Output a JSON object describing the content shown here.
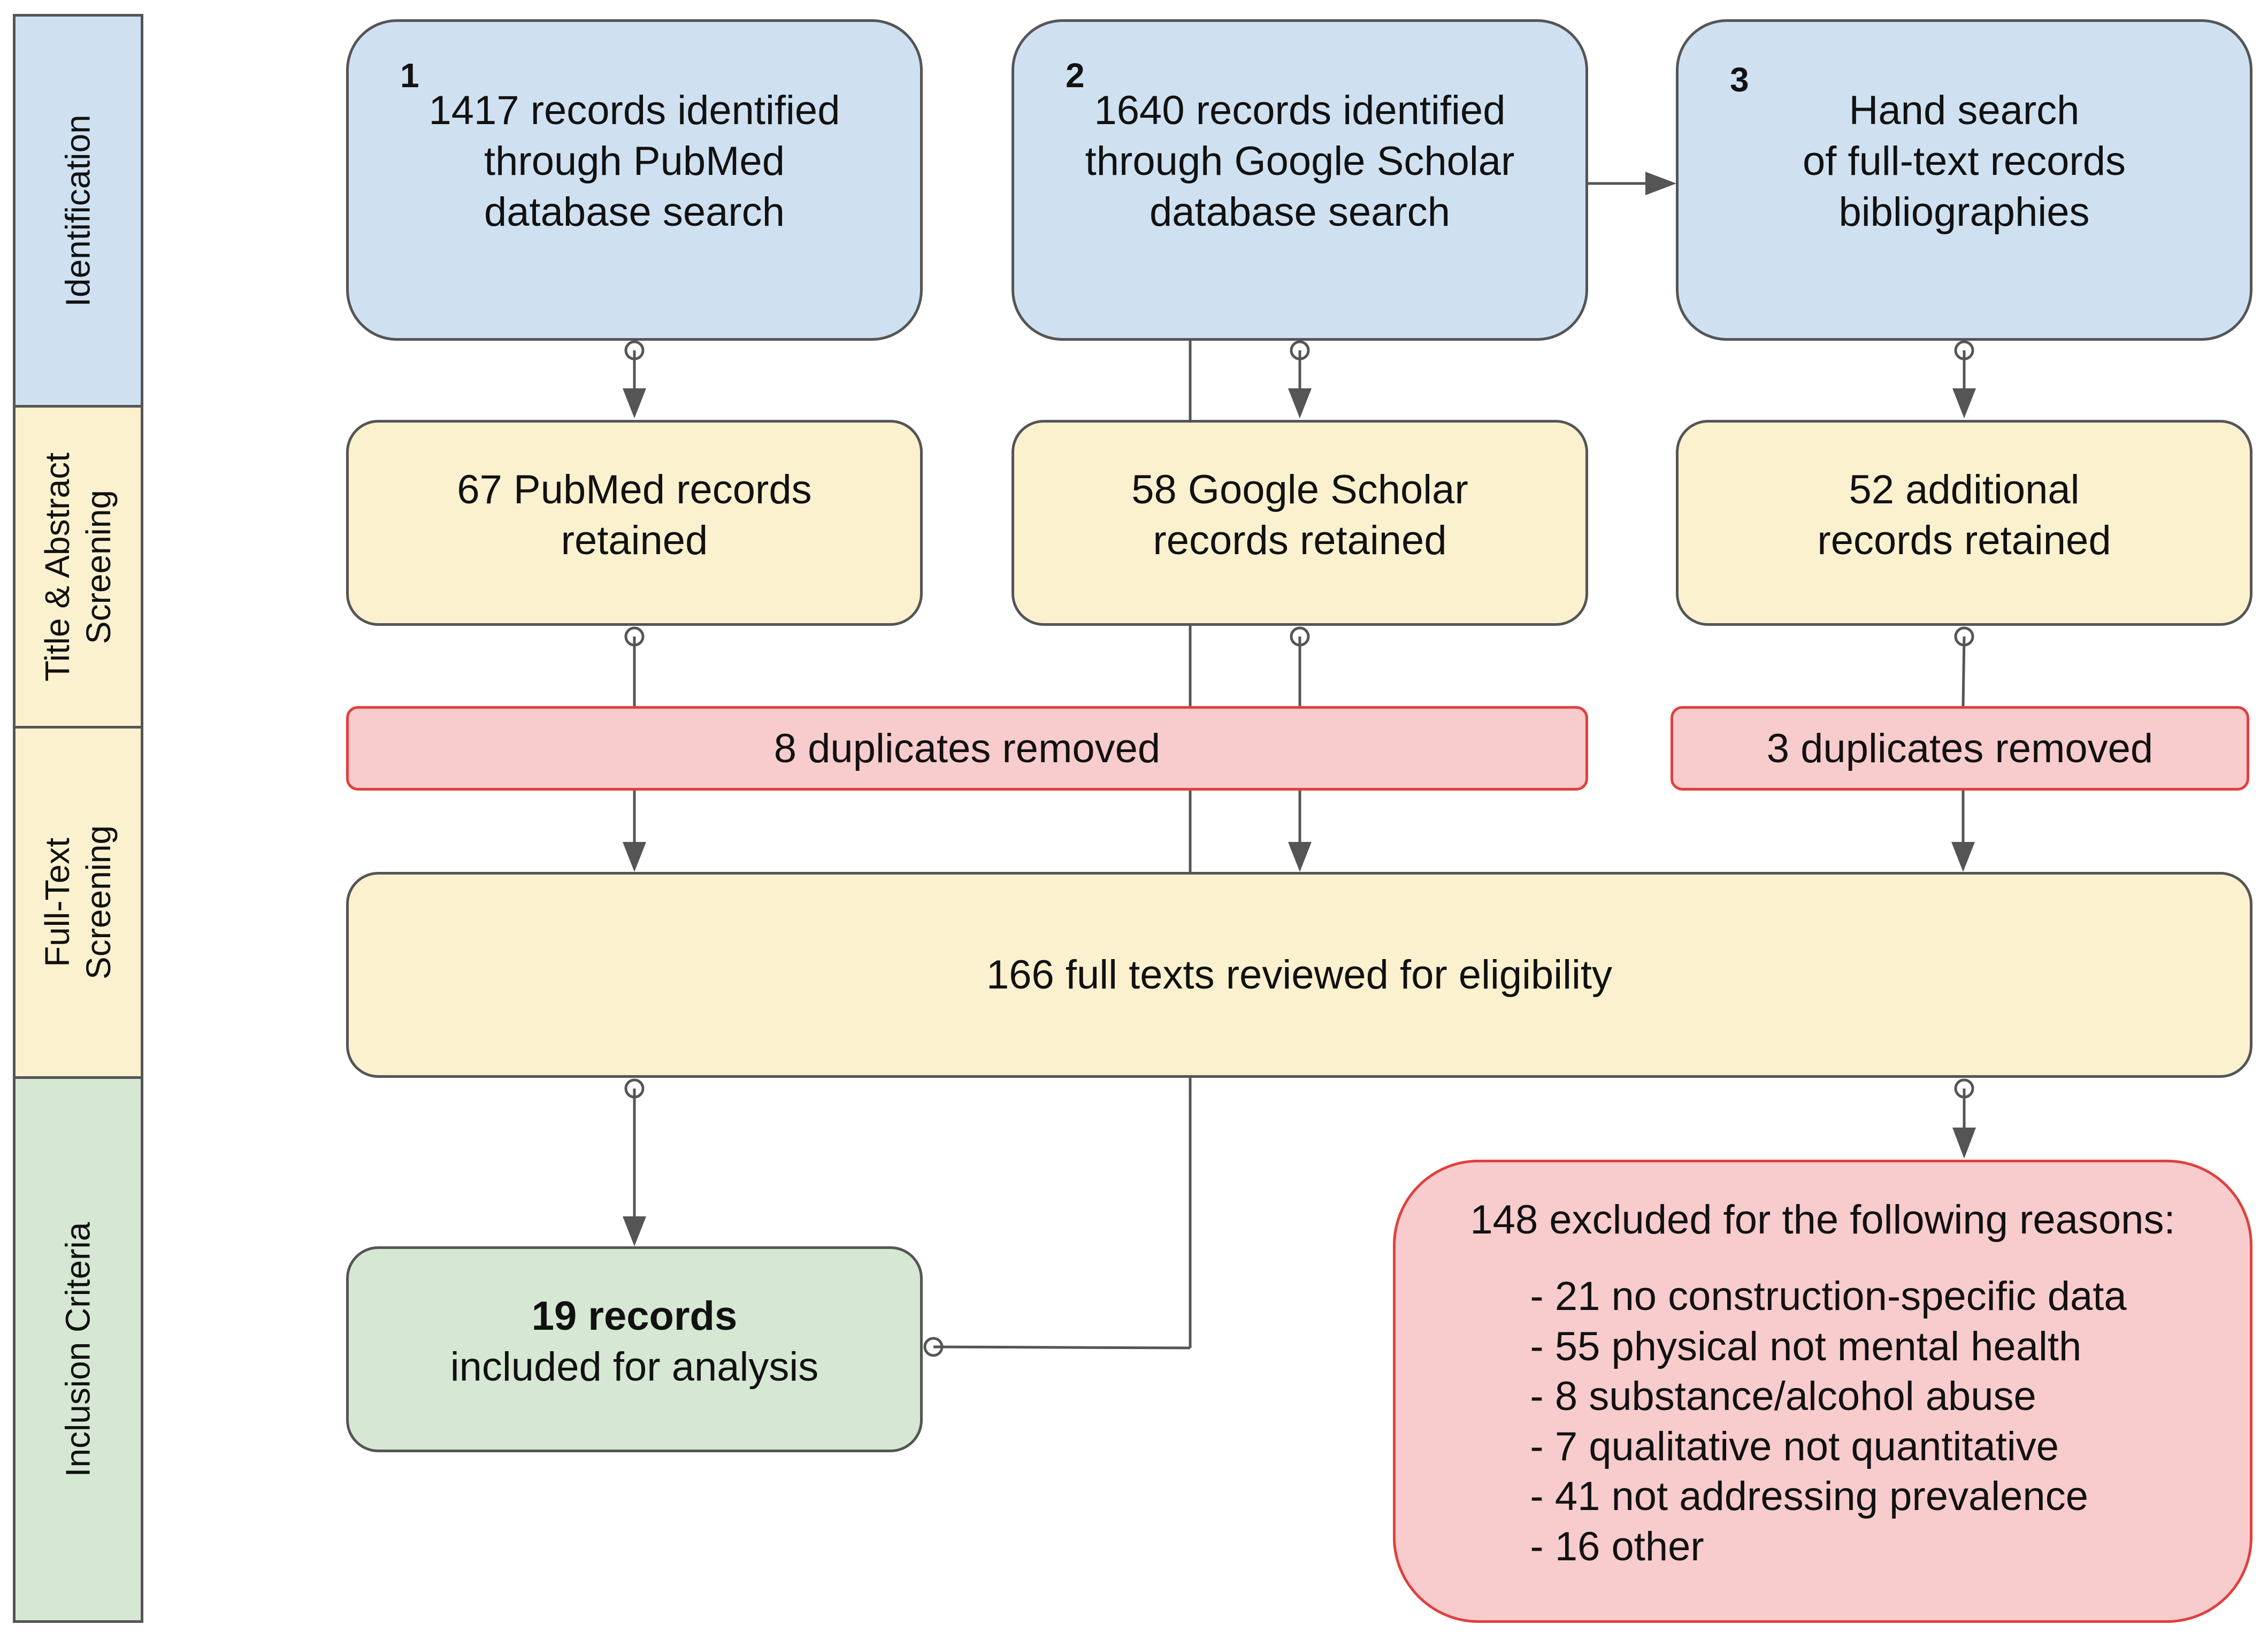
{
  "stages": [
    {
      "id": "identification",
      "lines": [
        "Identification"
      ],
      "color": "#cfe1f1"
    },
    {
      "id": "title-abstract-screening",
      "lines": [
        "Title & Abstract",
        "Screening"
      ],
      "color": "#fcf1cf"
    },
    {
      "id": "full-text-screening",
      "lines": [
        "Full-Text",
        "Screening"
      ],
      "color": "#fcf1cf"
    },
    {
      "id": "inclusion-criteria",
      "lines": [
        "Inclusion Criteria"
      ],
      "color": "#d6e8d4"
    }
  ],
  "sources": [
    {
      "number": "1",
      "lines": [
        "1417 records identified",
        "through PubMed",
        "database search"
      ]
    },
    {
      "number": "2",
      "lines": [
        "1640 records identified",
        "through Google Scholar",
        "database search"
      ]
    },
    {
      "number": "3",
      "lines": [
        "Hand search",
        "of full-text records",
        "bibliographies"
      ]
    }
  ],
  "retained": [
    {
      "lines": [
        "67 PubMed records",
        "retained"
      ]
    },
    {
      "lines": [
        "58 Google Scholar",
        "records retained"
      ]
    },
    {
      "lines": [
        "52 additional",
        "records retained"
      ]
    }
  ],
  "duplicates": [
    {
      "text": "8 duplicates removed"
    },
    {
      "text": "3 duplicates removed"
    }
  ],
  "fulltext": {
    "text": "166 full texts reviewed for eligibility"
  },
  "included": {
    "bold": "19 records",
    "text": "included for analysis"
  },
  "excluded": {
    "heading": "148 excluded for the following reasons:",
    "reasons": [
      "- 21 no construction-specific data",
      "- 55 physical not mental health",
      "- 8 substance/alcohol abuse",
      "- 7 qualitative not quantitative",
      "- 41 not addressing prevalence",
      "- 16 other"
    ]
  },
  "colors": {
    "identification": "#cfe1f1",
    "screening": "#fcf1cf",
    "removed": "#f8cbcd",
    "removed_border": "#e0403e",
    "included": "#d6e8d4",
    "connector": "#555555"
  }
}
